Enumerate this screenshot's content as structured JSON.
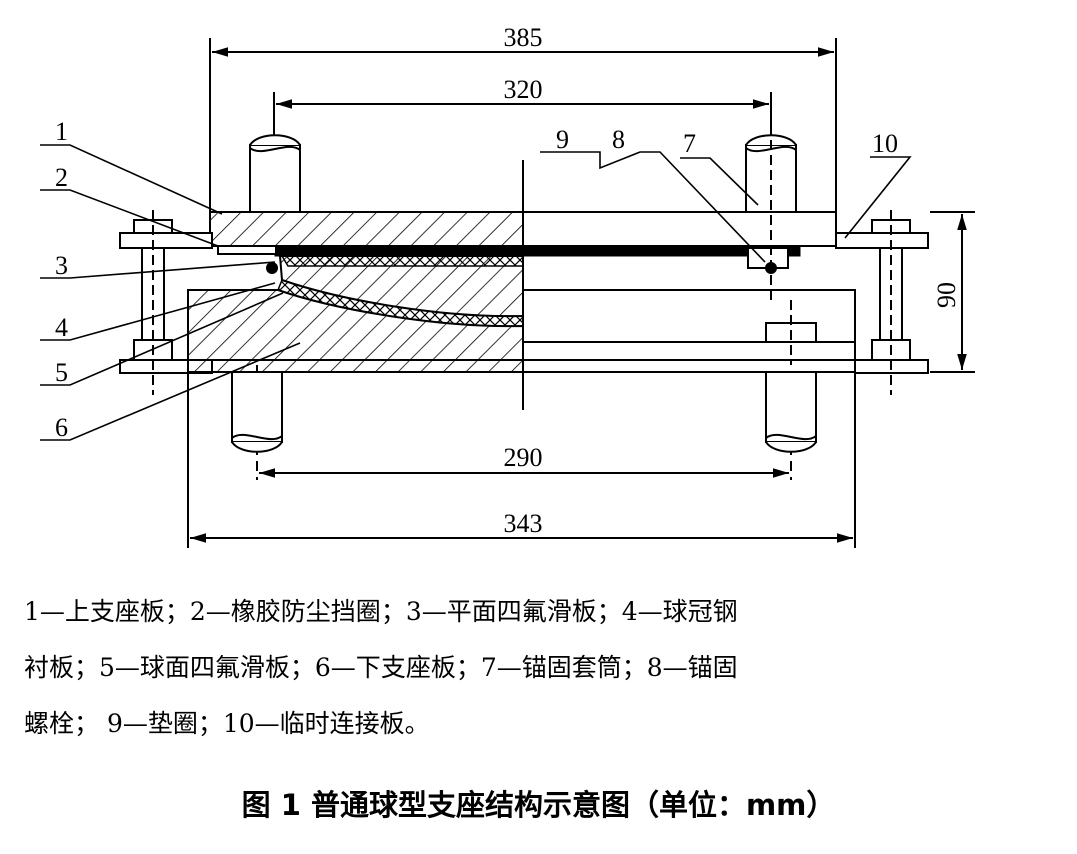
{
  "dimensions": {
    "d385": "385",
    "d320": "320",
    "d290": "290",
    "d343": "343",
    "d90": "90"
  },
  "labels": {
    "l1": "1",
    "l2": "2",
    "l3": "3",
    "l4": "4",
    "l5": "5",
    "l6": "6",
    "l7": "7",
    "l8": "8",
    "l9": "9",
    "l10": "10"
  },
  "legend": {
    "line1": "1—上支座板；2—橡胶防尘挡圈；3—平面四氟滑板；4—球冠钢",
    "line2": "衬板；5—球面四氟滑板；6—下支座板；7—锚固套筒；8—锚固",
    "line3": "螺栓； 9—垫圈；10—临时连接板。"
  },
  "caption": "图 1   普通球型支座结构示意图（单位：mm）"
}
